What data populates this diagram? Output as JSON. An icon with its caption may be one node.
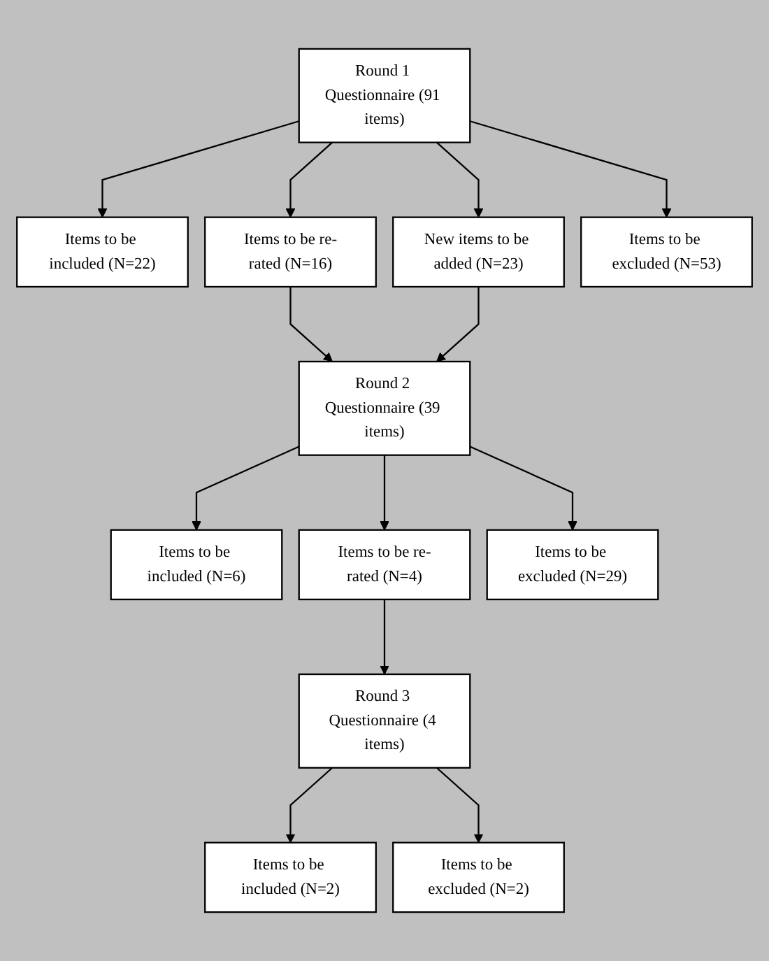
{
  "diagram": {
    "nodes": [
      {
        "text": [
          "Round 1 Questionnaire (91 items)"
        ]
      },
      {
        "text": [
          "Items to be included (N=22)"
        ]
      },
      {
        "text": [
          "Items to be re-rated (N=16)"
        ]
      },
      {
        "text": [
          "New items to be added (N=23)"
        ]
      },
      {
        "text": [
          "Items to be excluded (N=53)"
        ]
      },
      {
        "text": [
          "Round 2 Questionnaire (39 items)"
        ]
      },
      {
        "text": [
          "Items to be included (N=6)"
        ]
      },
      {
        "text": [
          "Items to be re-rated (N=4)"
        ]
      },
      {
        "text": [
          "Items to be excluded (N=29)"
        ]
      },
      {
        "text": [
          "Round 3 Questionnaire (4 items)"
        ]
      },
      {
        "text": [
          "Items to be included (N=2)"
        ]
      },
      {
        "text": [
          "Items to be excluded (N=2)"
        ]
      }
    ],
    "edges": [
      {
        "from": 0,
        "to": 1,
        "arrow": "to"
      },
      {
        "from": 0,
        "to": 2,
        "arrow": "to"
      },
      {
        "from": 0,
        "to": 3,
        "arrow": "to"
      },
      {
        "from": 0,
        "to": 4,
        "arrow": "to"
      },
      {
        "from": 2,
        "to": 5,
        "arrow": "to"
      },
      {
        "from": 3,
        "to": 5,
        "arrow": "to"
      },
      {
        "from": 5,
        "to": 6,
        "arrow": "to"
      },
      {
        "from": 5,
        "to": 7,
        "arrow": "to"
      },
      {
        "from": 5,
        "to": 8,
        "arrow": "to"
      },
      {
        "from": 7,
        "to": 9,
        "arrow": "to"
      },
      {
        "from": 9,
        "to": 10,
        "arrow": "to"
      },
      {
        "from": 9,
        "to": 11,
        "arrow": "to"
      }
    ]
  }
}
